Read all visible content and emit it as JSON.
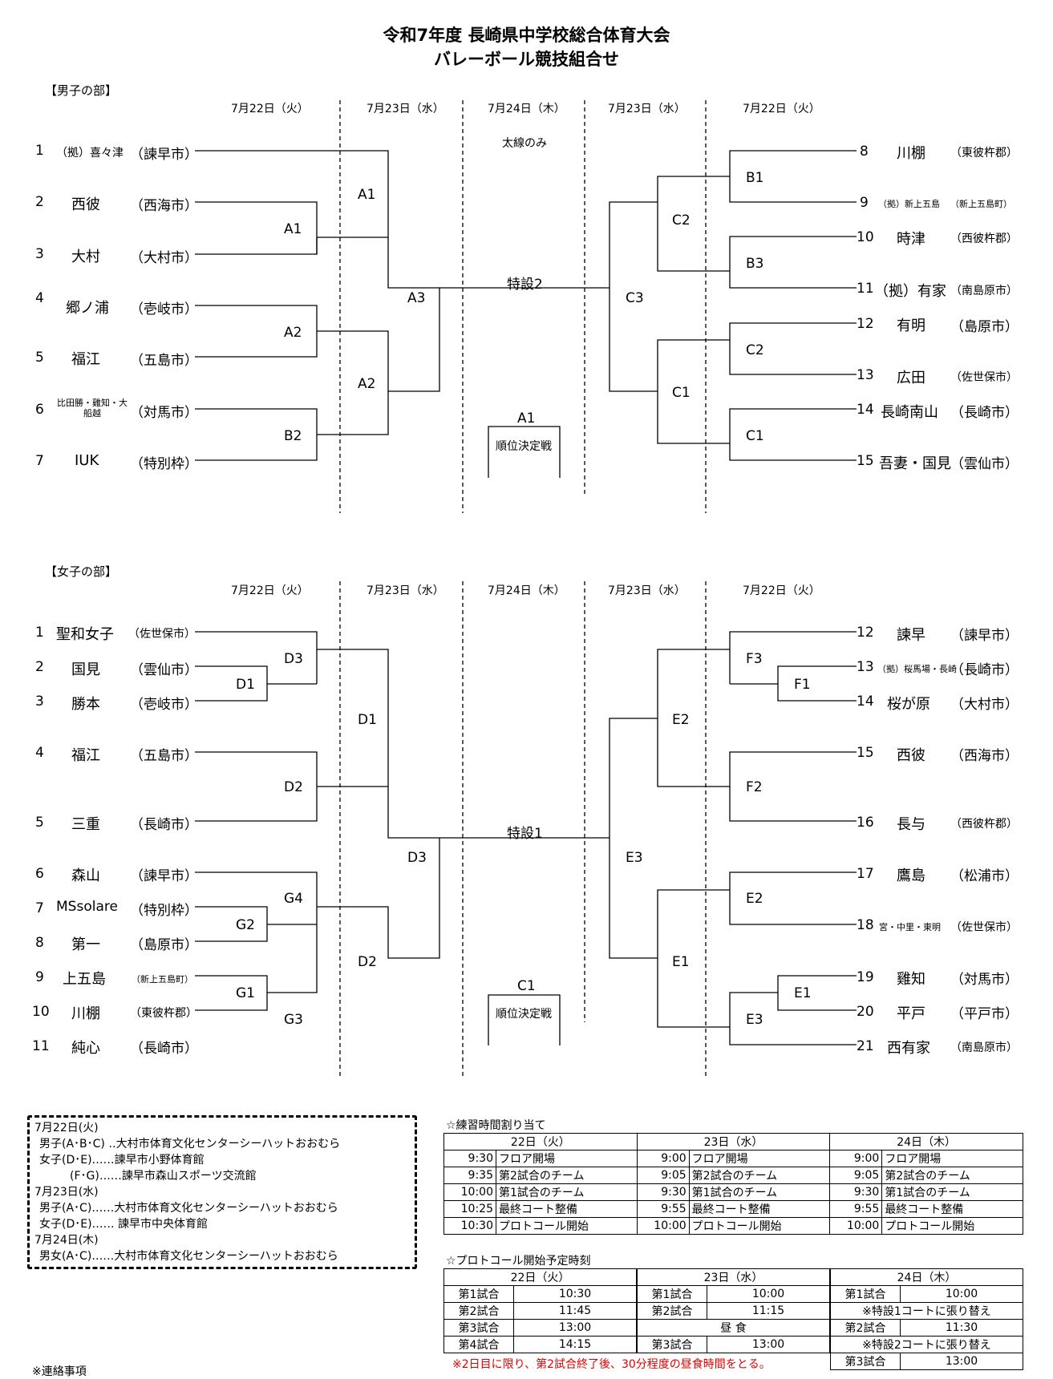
{
  "header": {
    "line1": "令和7年度 長崎県中学校総合体育大会",
    "line2": "バレーボール競技組合せ"
  },
  "boys": {
    "section": "【男子の部】",
    "dates": [
      "7月22日（火）",
      "7月23日（水）",
      "7月24日（木）",
      "7月23日（水）",
      "7月22日（火）"
    ],
    "left": [
      {
        "no": "1",
        "name": "（拠）喜々津",
        "place": "（諫早市）"
      },
      {
        "no": "2",
        "name": "西彼",
        "place": "（西海市）"
      },
      {
        "no": "3",
        "name": "大村",
        "place": "（大村市）"
      },
      {
        "no": "4",
        "name": "郷ノ浦",
        "place": "（壱岐市）"
      },
      {
        "no": "5",
        "name": "福江",
        "place": "（五島市）"
      },
      {
        "no": "6",
        "name": "比田勝・雞知・大船越",
        "place": "（対馬市）"
      },
      {
        "no": "7",
        "name": "IUK",
        "place": "（特別枠）"
      }
    ],
    "right": [
      {
        "no": "8",
        "name": "川棚",
        "place": "（東彼杵郡）"
      },
      {
        "no": "9",
        "name": "（拠）新上五島",
        "place": "（新上五島町）"
      },
      {
        "no": "10",
        "name": "時津",
        "place": "（西彼杵郡）"
      },
      {
        "no": "11",
        "name": "（拠）有家",
        "place": "（南島原市）"
      },
      {
        "no": "12",
        "name": "有明",
        "place": "（島原市）"
      },
      {
        "no": "13",
        "name": "広田",
        "place": "（佐世保市）"
      },
      {
        "no": "14",
        "name": "長崎南山",
        "place": "（長崎市）"
      },
      {
        "no": "15",
        "name": "吾妻・国見",
        "place": "（雲仙市）"
      }
    ],
    "labels": {
      "l_a1_r1": "A1",
      "l_a2_r1": "A2",
      "l_b2_r1": "B2",
      "l_a1_r2": "A1",
      "l_a2_r2": "A2",
      "l_a3": "A3",
      "r_b1": "B1",
      "r_b3": "B3",
      "r_c2_r1": "C2",
      "r_c1_r1": "C1",
      "r_c2_r2": "C2",
      "r_c1_r2": "C1",
      "r_c3": "C3",
      "final": "特設2",
      "note": "太線のみ",
      "rank_code": "A1",
      "rank": "順位決定戦"
    }
  },
  "girls": {
    "section": "【女子の部】",
    "dates": [
      "7月22日（火）",
      "7月23日（水）",
      "7月24日（木）",
      "7月23日（水）",
      "7月22日（火）"
    ],
    "left": [
      {
        "no": "1",
        "name": "聖和女子",
        "place": "（佐世保市）"
      },
      {
        "no": "2",
        "name": "国見",
        "place": "（雲仙市）"
      },
      {
        "no": "3",
        "name": "勝本",
        "place": "（壱岐市）"
      },
      {
        "no": "4",
        "name": "福江",
        "place": "（五島市）"
      },
      {
        "no": "5",
        "name": "三重",
        "place": "（長崎市）"
      },
      {
        "no": "6",
        "name": "森山",
        "place": "（諫早市）"
      },
      {
        "no": "7",
        "name": "MSsolare",
        "place": "（特別枠）"
      },
      {
        "no": "8",
        "name": "第一",
        "place": "（島原市）"
      },
      {
        "no": "9",
        "name": "上五島",
        "place": "（新上五島町）"
      },
      {
        "no": "10",
        "name": "川棚",
        "place": "（東彼杵郡）"
      },
      {
        "no": "11",
        "name": "純心",
        "place": "（長崎市）"
      }
    ],
    "right": [
      {
        "no": "12",
        "name": "諫早",
        "place": "（諫早市）"
      },
      {
        "no": "13",
        "name": "（拠）桜馬場・長崎",
        "place": "（長崎市）"
      },
      {
        "no": "14",
        "name": "桜が原",
        "place": "（大村市）"
      },
      {
        "no": "15",
        "name": "西彼",
        "place": "（西海市）"
      },
      {
        "no": "16",
        "name": "長与",
        "place": "（西彼杵郡）"
      },
      {
        "no": "17",
        "name": "鷹島",
        "place": "（松浦市）"
      },
      {
        "no": "18",
        "name": "宮・中里・東明",
        "place": "（佐世保市）"
      },
      {
        "no": "19",
        "name": "雞知",
        "place": "（対馬市）"
      },
      {
        "no": "20",
        "name": "平戸",
        "place": "（平戸市）"
      },
      {
        "no": "21",
        "name": "西有家",
        "place": "（南島原市）"
      }
    ],
    "labels": {
      "l_d1_r0": "D1",
      "l_d3_r1": "D3",
      "l_d2_r1": "D2",
      "l_g2_r0": "G2",
      "l_g4": "G4",
      "l_g1": "G1",
      "l_g3": "G3",
      "l_d1_r2": "D1",
      "l_d2_r2": "D2",
      "l_d3": "D3",
      "r_f3": "F3",
      "r_f1": "F1",
      "r_f2": "F2",
      "r_e2_r1": "E2",
      "r_e1_r0": "E1",
      "r_e3_r1": "E3",
      "r_e2_r2": "E2",
      "r_e1_r2": "E1",
      "r_e3": "E3",
      "final": "特設1",
      "rank_code": "C1",
      "rank": "順位決定戦"
    }
  },
  "venues": {
    "lines": [
      "7月22日(火)",
      "男子(A･B･C) ‥大村市体育文化センターシーハットおおむら",
      "女子(D･E)‥‥‥諫早市小野体育館",
      "(F･G)‥‥‥諫早市森山スポーツ交流館",
      "7月23日(水)",
      "男子(A･C)‥‥‥大村市体育文化センターシーハットおおむら",
      "女子(D･E)‥‥‥ 諫早市中央体育館",
      "7月24日(木)",
      "男女(A･C)‥‥‥大村市体育文化センターシーハットおおむら"
    ]
  },
  "practice": {
    "title": "☆練習時間割り当て",
    "days": [
      "22日（火）",
      "23日（水）",
      "24日（木）"
    ],
    "rows": [
      [
        [
          "9:30",
          "フロア開場"
        ],
        [
          "9:00",
          "フロア開場"
        ],
        [
          "9:00",
          "フロア開場"
        ]
      ],
      [
        [
          "9:35",
          "第2試合のチーム"
        ],
        [
          "9:05",
          "第2試合のチーム"
        ],
        [
          "9:05",
          "第2試合のチーム"
        ]
      ],
      [
        [
          "10:00",
          "第1試合のチーム"
        ],
        [
          "9:30",
          "第1試合のチーム"
        ],
        [
          "9:30",
          "第1試合のチーム"
        ]
      ],
      [
        [
          "10:25",
          "最終コート整備"
        ],
        [
          "9:55",
          "最終コート整備"
        ],
        [
          "9:55",
          "最終コート整備"
        ]
      ],
      [
        [
          "10:30",
          "プロトコール開始"
        ],
        [
          "10:00",
          "プロトコール開始"
        ],
        [
          "10:00",
          "プロトコール開始"
        ]
      ]
    ]
  },
  "protocol": {
    "title": "☆プロトコール開始予定時刻",
    "days": [
      "22日（火）",
      "23日（水）",
      "24日（木）"
    ],
    "d1": [
      [
        "第1試合",
        "10:30"
      ],
      [
        "第2試合",
        "11:45"
      ],
      [
        "第3試合",
        "13:00"
      ],
      [
        "第4試合",
        "14:15"
      ]
    ],
    "d2": [
      [
        "第1試合",
        "10:00"
      ],
      [
        "第2試合",
        "11:15"
      ],
      [
        "",
        "昼 食"
      ],
      [
        "第3試合",
        "13:00"
      ]
    ],
    "d3": [
      [
        "第1試合",
        "10:00"
      ],
      [
        "",
        "※特設1コートに張り替え"
      ],
      [
        "第2試合",
        "11:30"
      ],
      [
        "",
        "※特設2コートに張り替え"
      ],
      [
        "第3試合",
        "13:00"
      ]
    ],
    "note": "※2日目に限り、第2試合終了後、30分程度の昼食時間をとる。",
    "footer": "※連絡事項"
  }
}
